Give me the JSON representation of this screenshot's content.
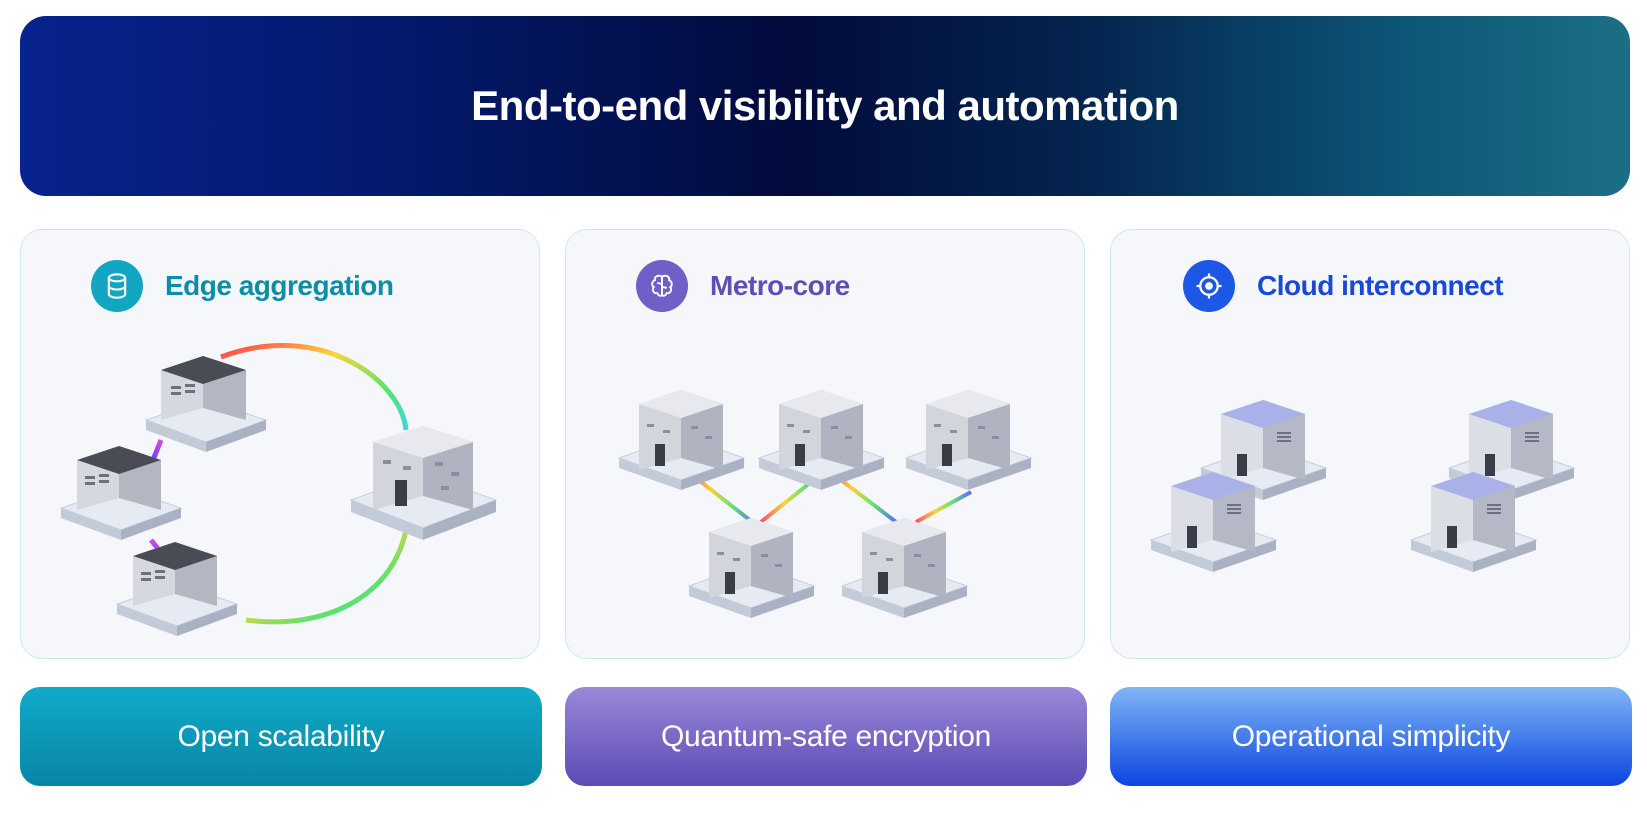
{
  "banner": {
    "title": "End-to-end visibility and automation"
  },
  "cards": [
    {
      "title": "Edge aggregation",
      "icon": "database-icon",
      "color": "#0e8ea6",
      "icon_bg": "#13a6c2"
    },
    {
      "title": "Metro-core",
      "icon": "brain-icon",
      "color": "#5e4fb5",
      "icon_bg": "#6f5fc6"
    },
    {
      "title": "Cloud interconnect",
      "icon": "target-icon",
      "color": "#1a49d8",
      "icon_bg": "#1d57e6"
    }
  ],
  "pills": [
    {
      "label": "Open scalability",
      "color_top": "#10abc9",
      "color_bottom": "#0885a6"
    },
    {
      "label": "Quantum-safe encryption",
      "color_top": "#9a88d8",
      "color_bottom": "#5b4bb4"
    },
    {
      "label": "Operational simplicity",
      "color_top": "#7fb6f5",
      "color_bottom": "#0c45e0"
    }
  ]
}
